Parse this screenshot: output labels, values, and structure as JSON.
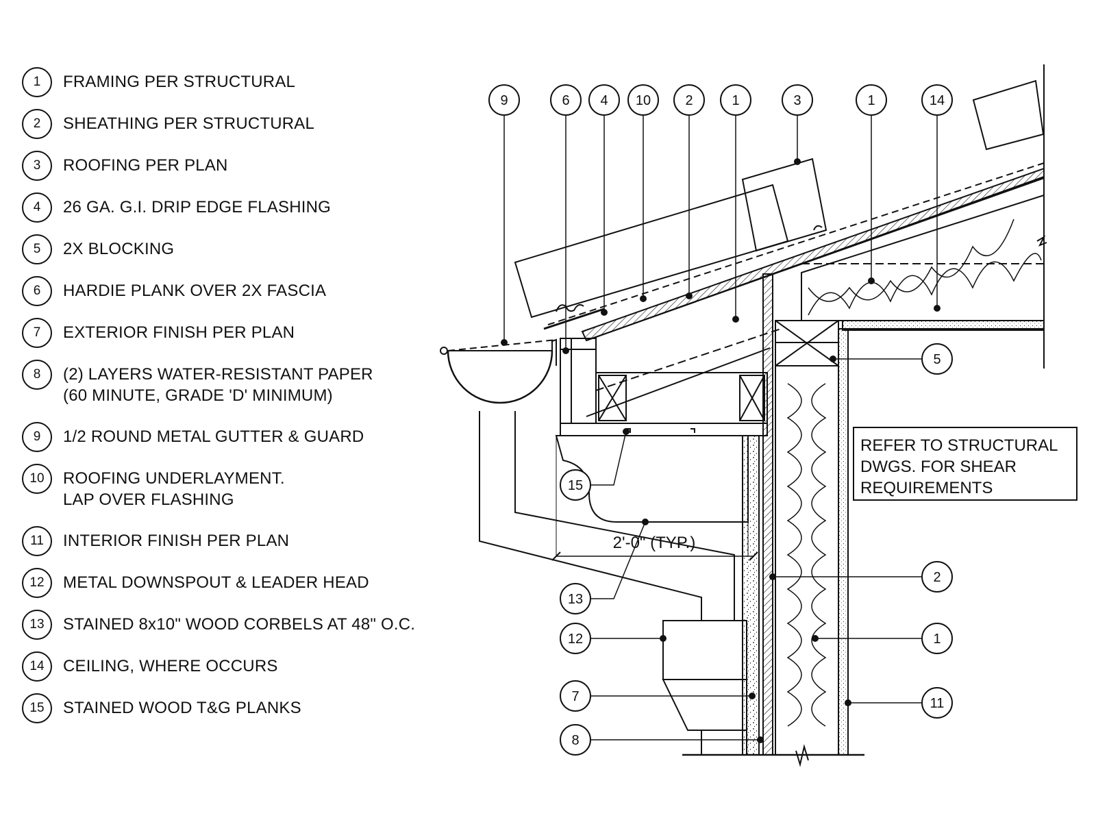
{
  "legend": [
    {
      "num": "1",
      "text": "FRAMING PER STRUCTURAL"
    },
    {
      "num": "2",
      "text": "SHEATHING PER STRUCTURAL"
    },
    {
      "num": "3",
      "text": "ROOFING PER PLAN"
    },
    {
      "num": "4",
      "text": "26 GA. G.I. DRIP EDGE FLASHING"
    },
    {
      "num": "5",
      "text": "2X BLOCKING"
    },
    {
      "num": "6",
      "text": "HARDIE PLANK OVER 2X FASCIA"
    },
    {
      "num": "7",
      "text": "EXTERIOR FINISH PER PLAN"
    },
    {
      "num": "8",
      "text": "(2) LAYERS WATER-RESISTANT PAPER",
      "text2": "(60 MINUTE, GRADE 'D' MINIMUM)"
    },
    {
      "num": "9",
      "text": "1/2 ROUND METAL GUTTER & GUARD"
    },
    {
      "num": "10",
      "text": "ROOFING UNDERLAYMENT.",
      "text2": "LAP OVER FLASHING"
    },
    {
      "num": "11",
      "text": "INTERIOR FINISH PER PLAN"
    },
    {
      "num": "12",
      "text": "METAL DOWNSPOUT & LEADER HEAD"
    },
    {
      "num": "13",
      "text": "STAINED 8x10\" WOOD CORBELS AT 48\" O.C."
    },
    {
      "num": "14",
      "text": "CEILING, WHERE OCCURS"
    },
    {
      "num": "15",
      "text": "STAINED WOOD T&G PLANKS"
    }
  ],
  "tags": {
    "top": [
      "9",
      "6",
      "4",
      "10",
      "2",
      "1",
      "3",
      "1",
      "14"
    ],
    "right": [
      "5",
      "2",
      "1",
      "11"
    ],
    "left": [
      "15",
      "13",
      "12",
      "7",
      "8"
    ]
  },
  "note": {
    "line1": "REFER TO STRUCTURAL",
    "line2": "DWGS. FOR SHEAR",
    "line3": "REQUIREMENTS"
  },
  "dimension": {
    "label": "2'-0\" (TYP.)"
  }
}
